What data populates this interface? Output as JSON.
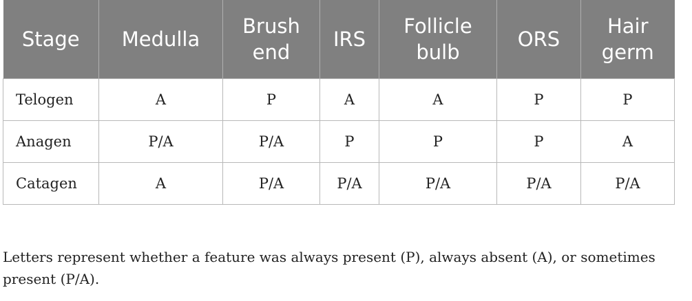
{
  "table": {
    "headers": [
      "Stage",
      "Medulla",
      "Brush\nend",
      "IRS",
      "Follicle\nbulb",
      "ORS",
      "Hair\ngerm"
    ],
    "rows": [
      [
        "Telogen",
        "A",
        "P",
        "A",
        "A",
        "P",
        "P"
      ],
      [
        "Anagen",
        "P/A",
        "P/A",
        "P",
        "P",
        "P",
        "A"
      ],
      [
        "Catagen",
        "A",
        "P/A",
        "P/A",
        "P/A",
        "P/A",
        "P/A"
      ]
    ]
  },
  "footnote": "Letters represent whether a feature was always present (P), always absent (A), or sometimes present (P/A)."
}
